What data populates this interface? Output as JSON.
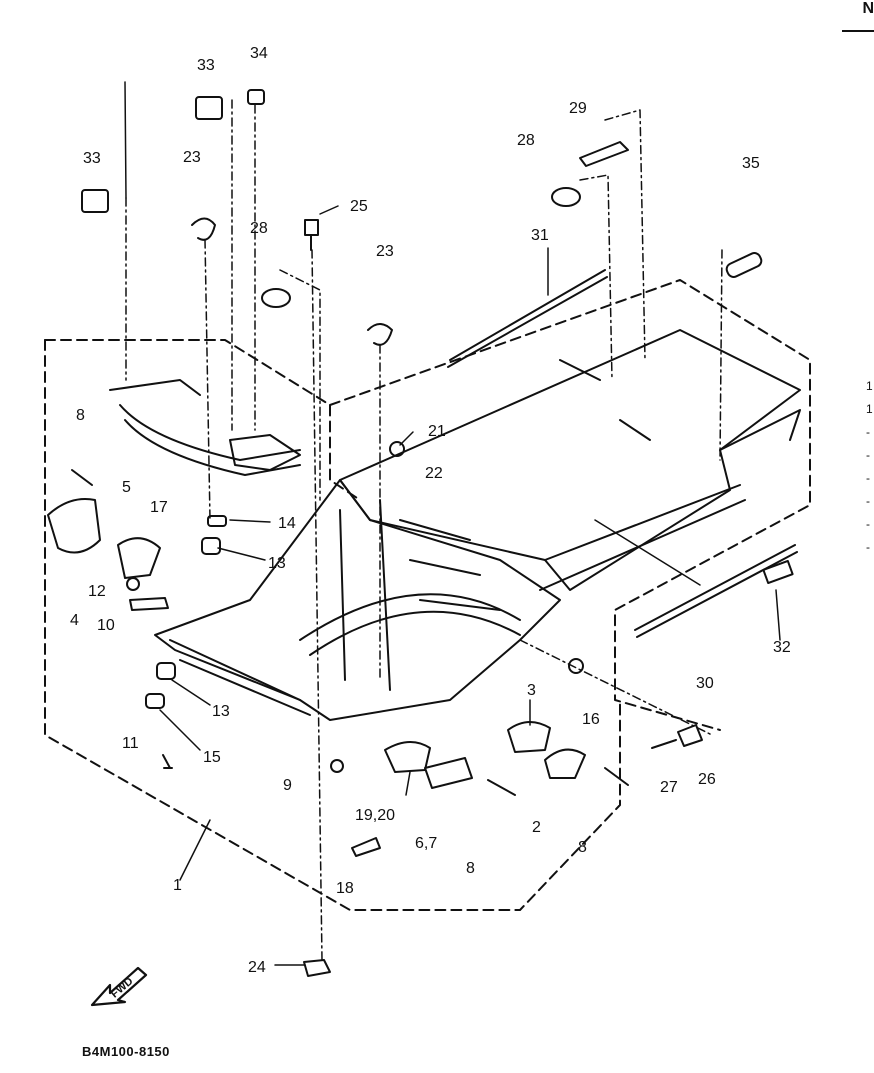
{
  "callouts": {
    "c1": "1",
    "c2": "2",
    "c3": "3",
    "c4": "4",
    "c5": "5",
    "c6_7": "6,7",
    "c8a": "8",
    "c8b": "8",
    "c8c": "8",
    "c9": "9",
    "c10": "10",
    "c11": "11",
    "c12": "12",
    "c13a": "13",
    "c13b": "13",
    "c14": "14",
    "c15": "15",
    "c16": "16",
    "c17": "17",
    "c18": "18",
    "c19_20": "19,20",
    "c21": "21",
    "c22": "22",
    "c23a": "23",
    "c23b": "23",
    "c24": "24",
    "c25": "25",
    "c26": "26",
    "c27": "27",
    "c28a": "28",
    "c28b": "28",
    "c29": "29",
    "c30": "30",
    "c31": "31",
    "c32": "32",
    "c33a": "33",
    "c33b": "33",
    "c34": "34",
    "c35": "35"
  },
  "drawing_code": "B4M100-8150",
  "fwd_label": "FWD",
  "corner_letter": "N",
  "margin_marks": [
    "1",
    "1",
    "-",
    "-",
    "-",
    "-",
    "-",
    "-"
  ]
}
